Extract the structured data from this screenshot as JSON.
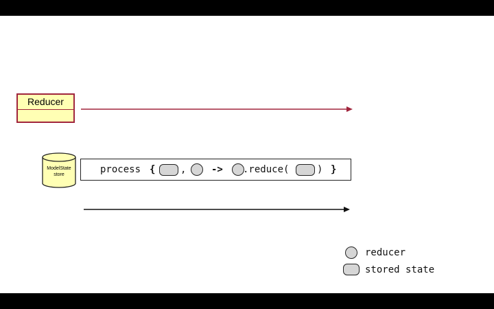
{
  "reducer_box": {
    "title": "Reducer"
  },
  "store": {
    "label_line1": "ModelState",
    "label_line2": "store"
  },
  "code": {
    "keyword": "process",
    "open_brace": "{",
    "comma": ",",
    "arrow": "->",
    "method": ".reduce(",
    "close_paren": ")",
    "close_brace": "}"
  },
  "legend": {
    "reducer": "reducer",
    "stored_state": "stored state"
  },
  "colors": {
    "reducer_accent": "#a0243c",
    "reducer_fill": "#ffffb4",
    "shape_fill": "#d6d6d6"
  }
}
